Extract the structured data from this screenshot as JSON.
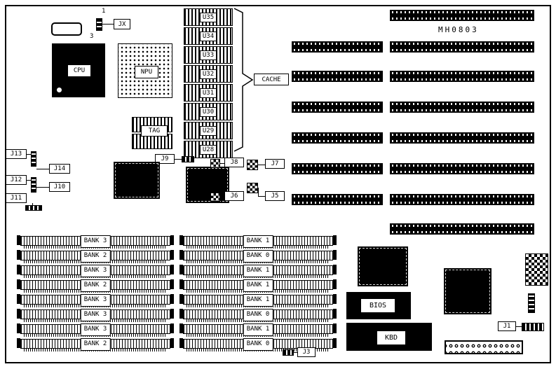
{
  "diagram": {
    "model": "MH0803",
    "type": "motherboard-jumper-diagram",
    "colors": {
      "chip": "#000000",
      "background": "#ffffff",
      "line": "#000000"
    }
  },
  "labels": {
    "cpu": "CPU",
    "npu": "NPU",
    "jx": "JX",
    "pin1": "1",
    "pin3": "3",
    "cache": "CACHE",
    "tag": "TAG",
    "bios": "BIOS",
    "kbd": "KBD",
    "j13": "J13",
    "j14": "J14",
    "j12": "J12",
    "j10": "J10",
    "j11": "J11",
    "j9": "J9",
    "j8": "J8",
    "j7": "J7",
    "j6": "J6",
    "j5": "J5",
    "j1": "J1",
    "j3": "J3"
  },
  "cache_chips": [
    "U35",
    "U34",
    "U33",
    "U32",
    "U31",
    "U30",
    "U29",
    "U28"
  ],
  "simm": {
    "left": [
      "BANK 3",
      "BANK 2",
      "BANK 3",
      "BANK 2",
      "BANK 3",
      "BANK 3",
      "BANK 3",
      "BANK 2"
    ],
    "right": [
      "BANK 1",
      "BANK 0",
      "BANK 1",
      "BANK 1",
      "BANK 1",
      "BANK 0",
      "BANK 1",
      "BANK 0"
    ]
  }
}
